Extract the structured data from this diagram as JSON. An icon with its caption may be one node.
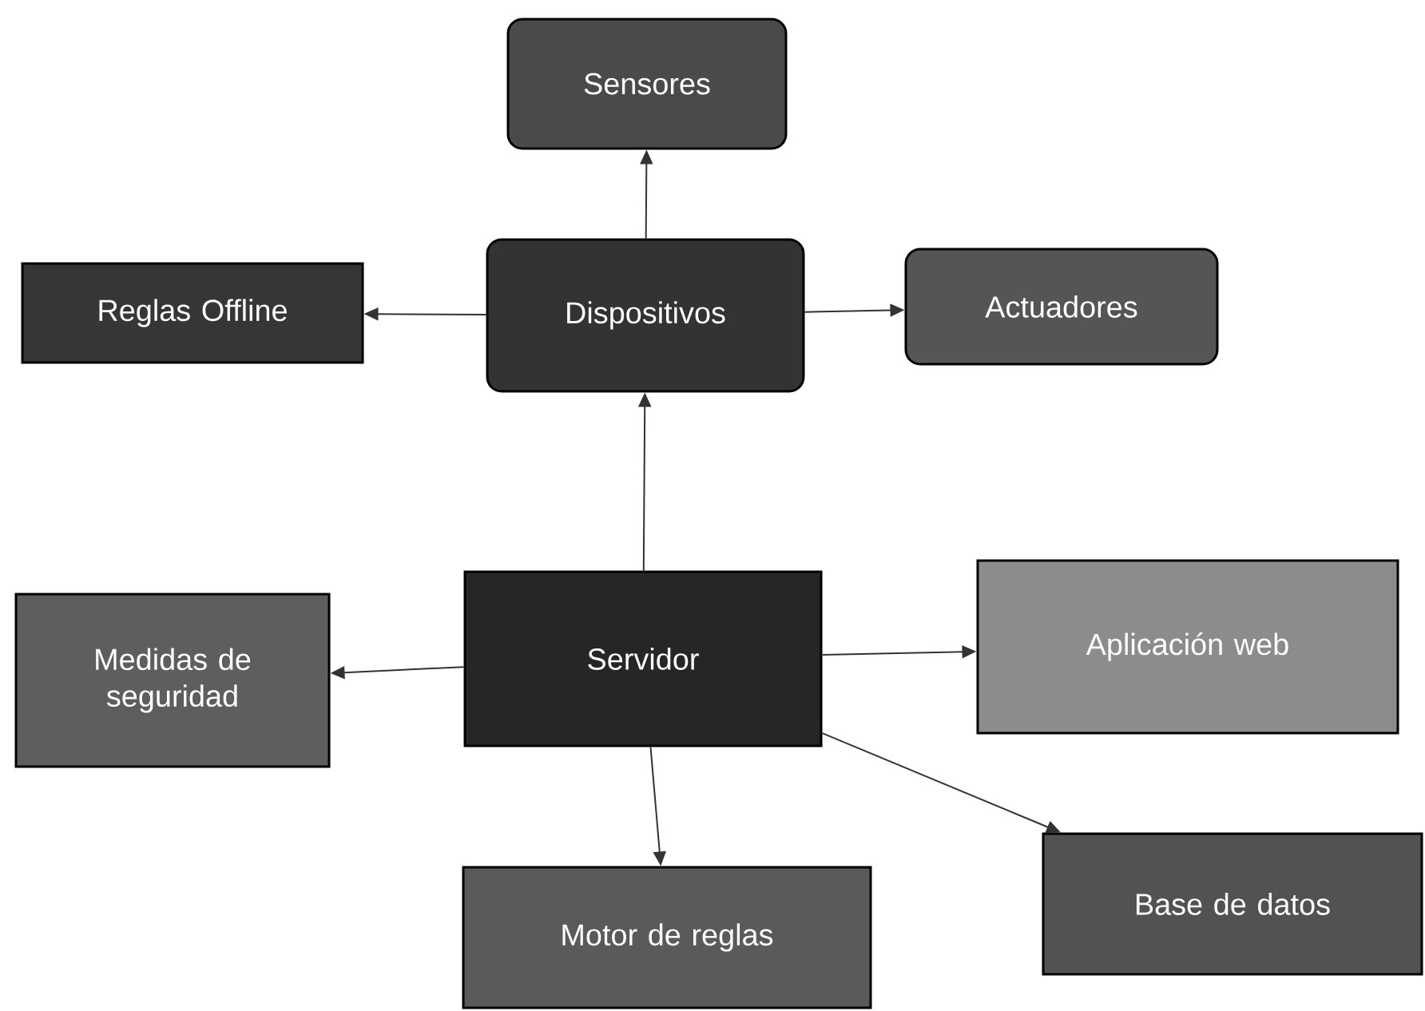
{
  "diagram": {
    "nodes": [
      {
        "text": [
          "Sensores"
        ]
      },
      {
        "text": [
          "Reglas Offline"
        ]
      },
      {
        "text": [
          "Dispositivos"
        ]
      },
      {
        "text": [
          "Actuadores"
        ]
      },
      {
        "text": [
          "Medidas de seguridad"
        ]
      },
      {
        "text": [
          "Servidor"
        ]
      },
      {
        "text": [
          "Aplicación web"
        ]
      },
      {
        "text": [
          "Motor de reglas"
        ]
      },
      {
        "text": [
          "Base de datos"
        ]
      }
    ],
    "edges": [
      {
        "from": 2,
        "to": 0,
        "arrow": "to"
      },
      {
        "from": 2,
        "to": 1,
        "arrow": "to"
      },
      {
        "from": 2,
        "to": 3,
        "arrow": "to"
      },
      {
        "from": 5,
        "to": 2,
        "arrow": "to"
      },
      {
        "from": 5,
        "to": 4,
        "arrow": "to"
      },
      {
        "from": 5,
        "to": 6,
        "arrow": "to"
      },
      {
        "from": 5,
        "to": 7,
        "arrow": "to"
      },
      {
        "from": 5,
        "to": 8,
        "arrow": "to"
      }
    ]
  }
}
